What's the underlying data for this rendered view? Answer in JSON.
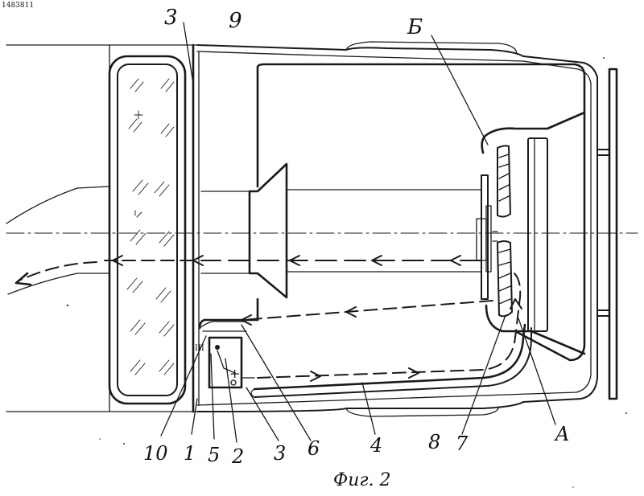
{
  "figure": {
    "caption": "Фиг. 2",
    "watermark": "1483811"
  },
  "labels": {
    "l3_top": "3",
    "l9": "9",
    "lB": "Б",
    "l10": "10",
    "l1": "1",
    "l5": "5",
    "l2": "2",
    "l3_bottom": "3",
    "l6": "6",
    "l4": "4",
    "l8": "8",
    "l7": "7",
    "lA": "A"
  },
  "component_marks": {
    "terminal_plus": "+",
    "terminal_dot": "•",
    "indicator_iii": "III"
  },
  "colors": {
    "ink": "#1a1a1a",
    "paper": "#ffffff"
  }
}
